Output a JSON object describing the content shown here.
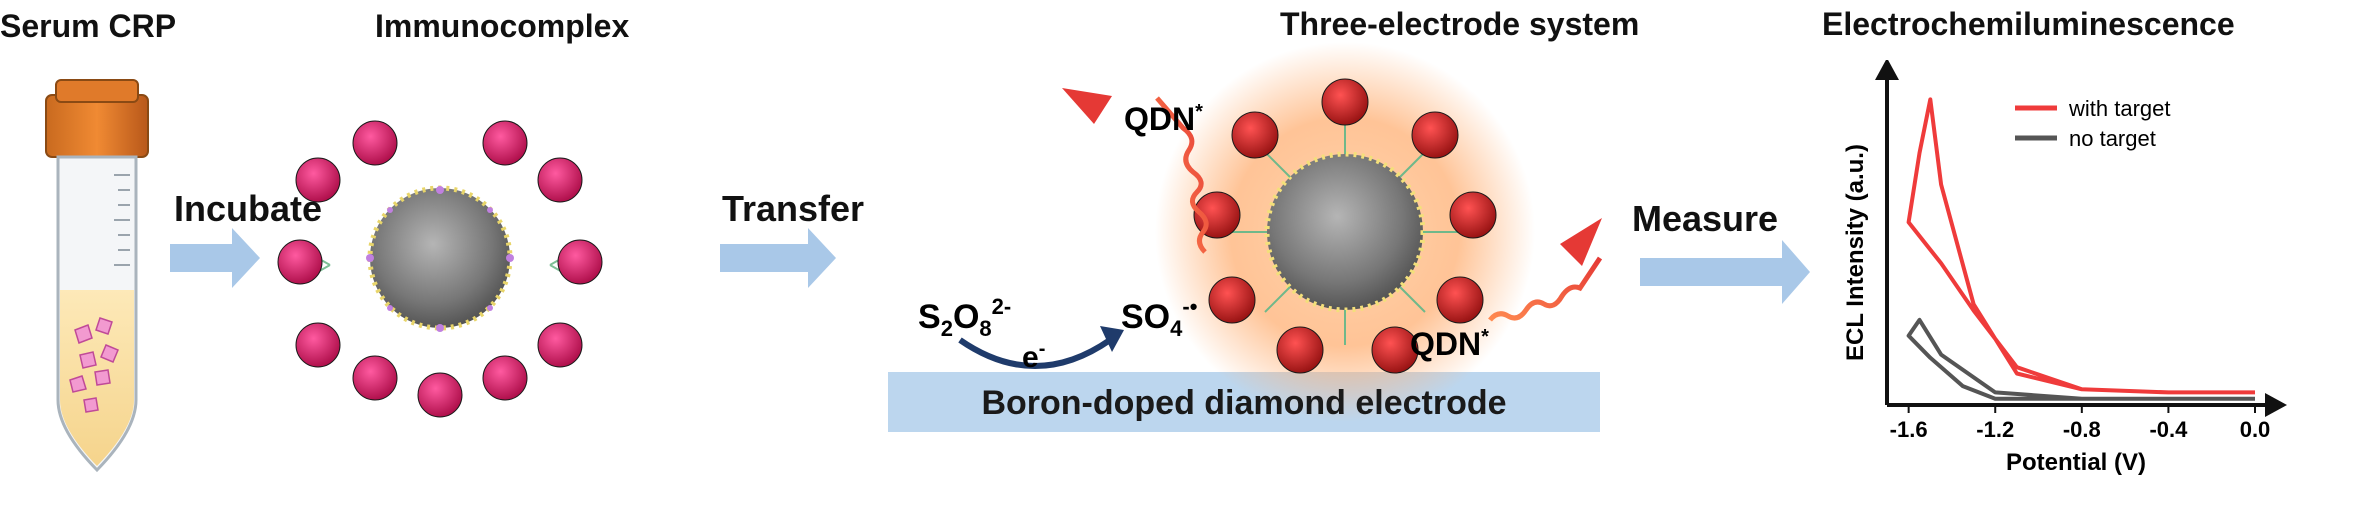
{
  "panels": {
    "serum": {
      "title": "Serum CRP"
    },
    "immuno": {
      "title": "Immunocomplex"
    },
    "electrode": {
      "title": "Three-electrode system"
    },
    "ecl": {
      "title": "Electrochemiluminescence"
    }
  },
  "steps": {
    "incubate": "Incubate",
    "transfer": "Transfer",
    "measure": "Measure"
  },
  "reaction": {
    "reactant_base": "S",
    "reactant_sub1": "2",
    "reactant_o": "O",
    "reactant_sub2": "8",
    "reactant_sup": "2-",
    "product_base": "SO",
    "product_sub": "4",
    "product_sup": "-•",
    "electron": "e",
    "electron_sup": "-",
    "qdn_label": "QDN",
    "qdn_sup": "*"
  },
  "electrode_label": "Boron-doped diamond electrode",
  "colors": {
    "arrow": "#a9c8e8",
    "electrode_bar": "#bcd6ee",
    "qd_magenta": "#d81b60",
    "qd_red": "#c62828",
    "core": "#7a7a7a",
    "glow": "#ffb074",
    "with_target": "#ef3b3b",
    "no_target": "#555555"
  },
  "chart_data": {
    "type": "line",
    "title": "Electrochemiluminescence",
    "xlabel": "Potential (V)",
    "ylabel": "ECL Intensity (a.u.)",
    "xlim": [
      -1.7,
      0.0
    ],
    "x_axis_reversed": true,
    "x_ticks": [
      "-1.6",
      "-1.2",
      "-0.8",
      "-0.4",
      "0.0"
    ],
    "legend_position": "top-right",
    "series": [
      {
        "name": "with target",
        "color": "#ef3b3b",
        "x": [
          0.0,
          -0.4,
          -0.8,
          -1.1,
          -1.3,
          -1.45,
          -1.5,
          -1.55,
          -1.6,
          -1.45,
          -1.3,
          -1.1,
          -0.8,
          -0.4,
          0.0
        ],
        "y": [
          0.04,
          0.04,
          0.05,
          0.1,
          0.32,
          0.7,
          0.97,
          0.8,
          0.58,
          0.45,
          0.3,
          0.12,
          0.05,
          0.04,
          0.04
        ]
      },
      {
        "name": "no target",
        "color": "#555555",
        "x": [
          0.0,
          -0.4,
          -0.8,
          -1.2,
          -1.45,
          -1.55,
          -1.6,
          -1.5,
          -1.35,
          -1.2,
          -0.8,
          -0.4,
          0.0
        ],
        "y": [
          0.02,
          0.02,
          0.02,
          0.04,
          0.16,
          0.27,
          0.22,
          0.15,
          0.06,
          0.02,
          0.02,
          0.02,
          0.02
        ]
      }
    ]
  }
}
